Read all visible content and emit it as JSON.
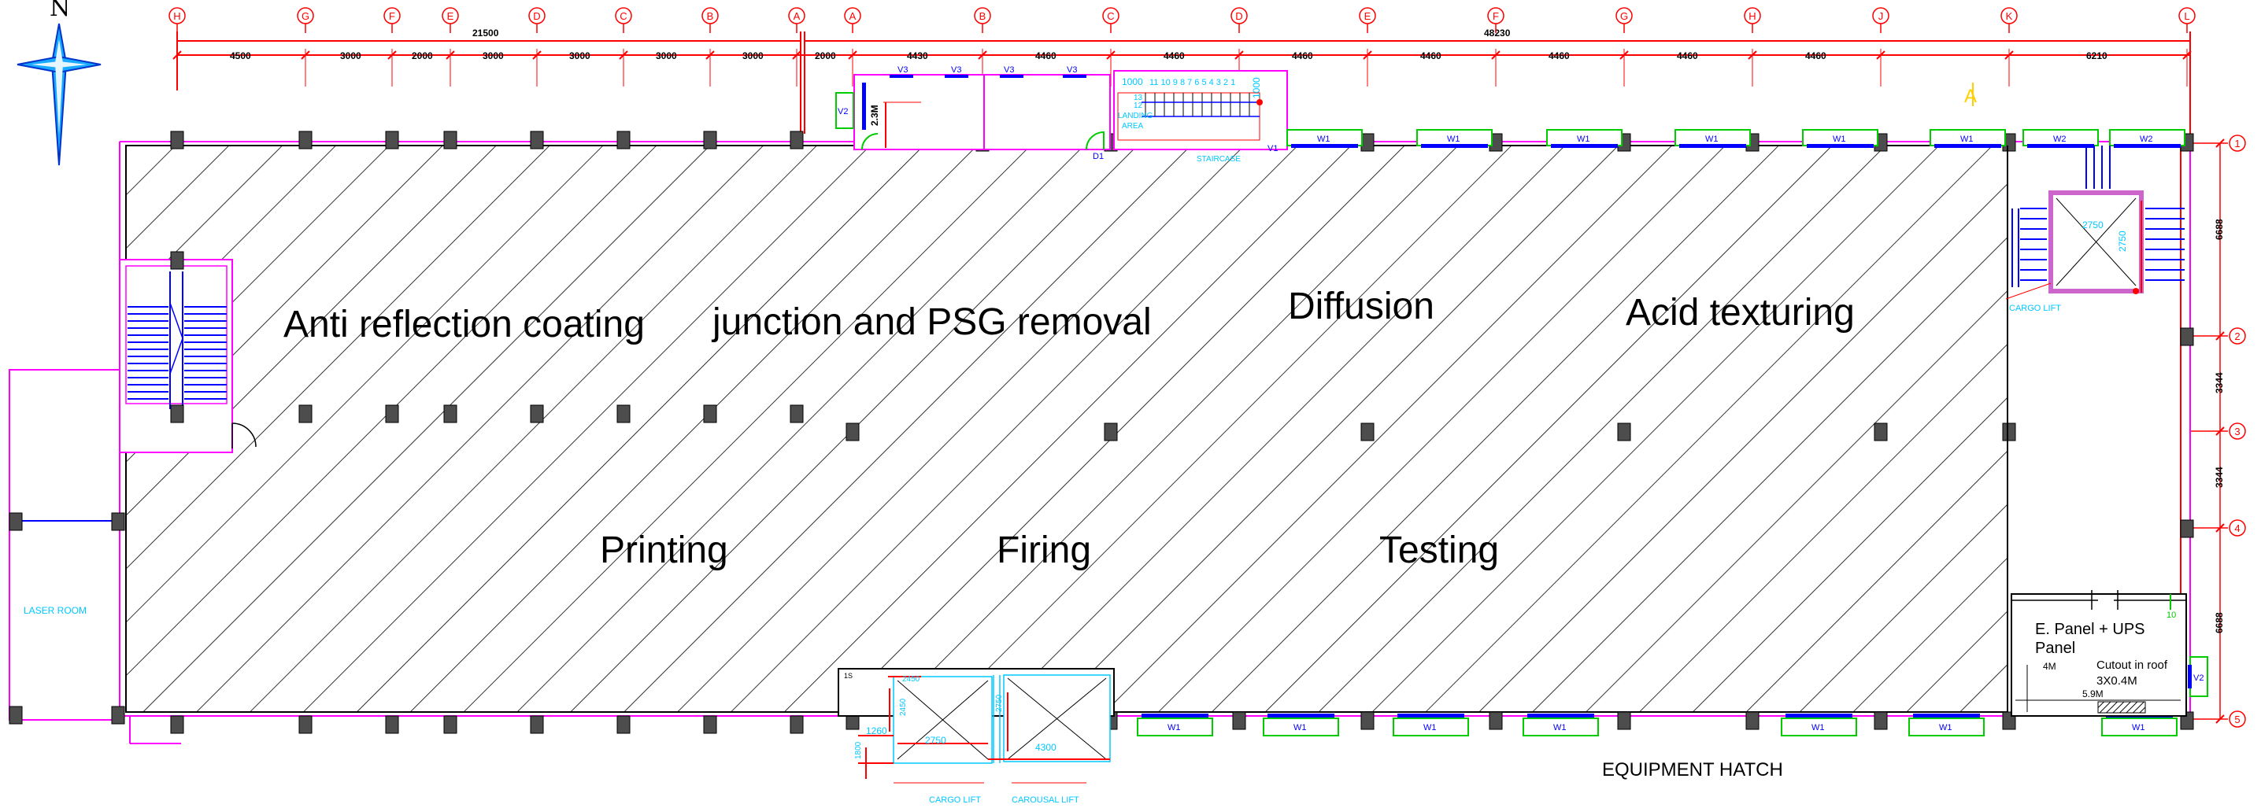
{
  "north_label": "N",
  "zones": [
    {
      "id": "arc",
      "label": "Anti reflection coating"
    },
    {
      "id": "psg",
      "label": "junction and PSG removal"
    },
    {
      "id": "diff",
      "label": "Diffusion"
    },
    {
      "id": "acid",
      "label": "Acid texturing"
    },
    {
      "id": "print",
      "label": "Printing"
    },
    {
      "id": "fire",
      "label": "Firing"
    },
    {
      "id": "test",
      "label": "Testing"
    }
  ],
  "rooms": {
    "laser": "LASER ROOM",
    "epanel_line1": "E. Panel + UPS",
    "epanel_line2": "Panel",
    "cutout_line1": "Cutout in roof",
    "cutout_line2": "3X0.4M",
    "dim_4m": "4M",
    "dim_59m": "5.9M",
    "equipment_hatch": "EQUIPMENT HATCH",
    "cargo_lift_bottom": "CARGO LIFT",
    "carousal_lift": "CAROUSAL LIFT",
    "cargo_lift_right": "CARGO LIFT",
    "landing": "LANDING",
    "area": "AREA",
    "staircase": "STAIRCASE"
  },
  "grid_top": [
    "H",
    "G",
    "F",
    "E",
    "D",
    "C",
    "B",
    "A",
    "A",
    "B",
    "C",
    "D",
    "E",
    "F",
    "G",
    "H",
    "J",
    "K",
    "L"
  ],
  "grid_right": [
    "1",
    "2",
    "3",
    "4",
    "5"
  ],
  "dims_total": [
    "21500",
    "48230"
  ],
  "dims_top": [
    "4500",
    "3000",
    "2000",
    "3000",
    "3000",
    "3000",
    "3000",
    "2000",
    "4430",
    "4460",
    "4460",
    "4460",
    "4460",
    "4460",
    "4460",
    "4460",
    "6210"
  ],
  "dims_right": [
    "6688",
    "3344",
    "3344",
    "6688"
  ],
  "misc_dims": {
    "lift_top_2750": "2750",
    "lift_bottom_2750": "2750",
    "lift_bottom_4300": "4300",
    "stair_1000a": "1000",
    "stair_1000b": "1000",
    "h_23m": "2.3M",
    "b_1260": "1260",
    "b_2450": "2450",
    "b_1800": "1800",
    "r_10": "10",
    "r_1s": "1S",
    "stair_nums": "11 10 9 8 7 6 5 4 3 2 1",
    "stair_12": "12",
    "stair_13": "13"
  },
  "windows": {
    "w1": "W1",
    "w2": "W2",
    "v1": "V1",
    "v2": "V2",
    "v3": "V3",
    "d1": "D1"
  },
  "marker_a": "A",
  "colors": {
    "wall": "#ff00ff",
    "dimension": "#ff0000",
    "window": "#00cc00",
    "glass": "#0000ff",
    "text_cyan": "#00c8ff",
    "column": "#505050",
    "hatch": "#000000"
  }
}
